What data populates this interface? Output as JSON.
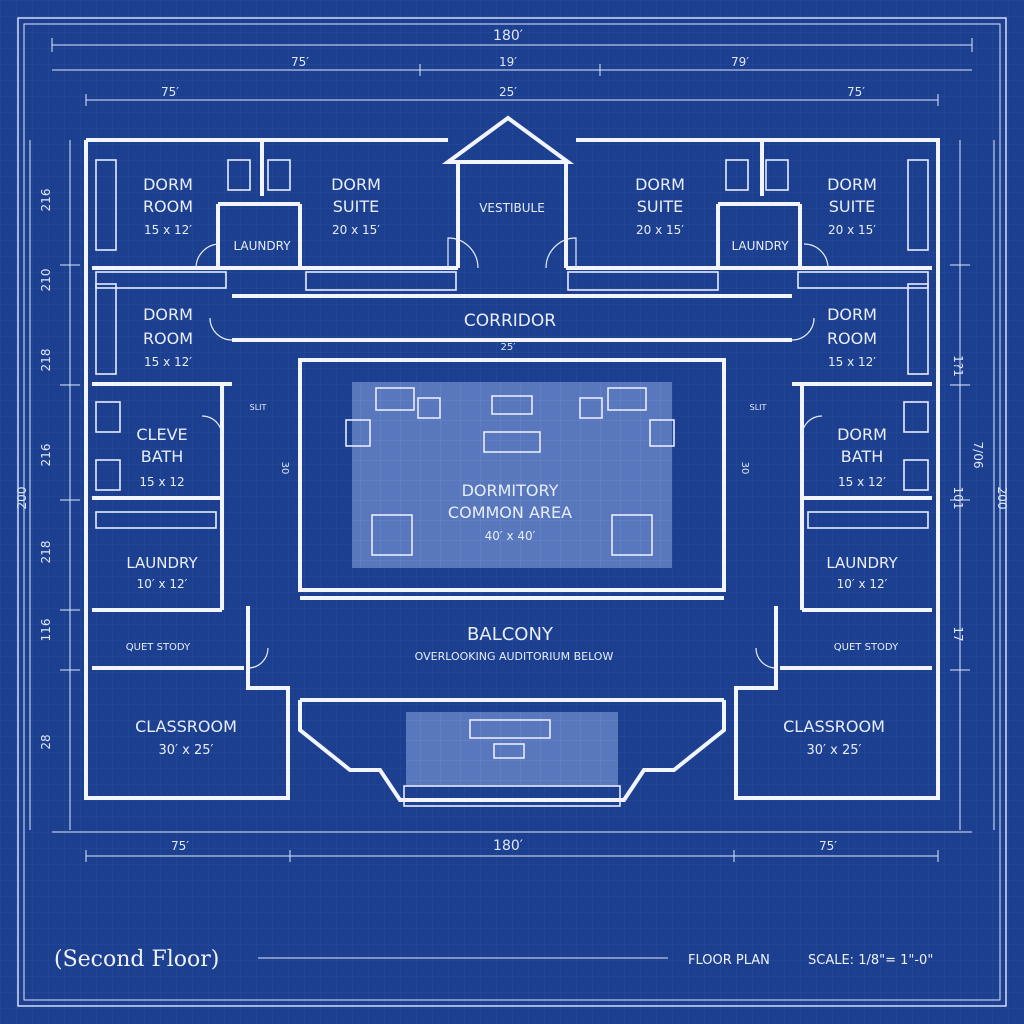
{
  "colors": {
    "background": "#1c3f8f",
    "grid": "#2a4ea0",
    "line": "#f2f5ff",
    "common_area": "#4f6fb5"
  },
  "dimensions": {
    "top_overall": "180′",
    "top_left": "75′",
    "top_center": "19′",
    "top_right": "79′",
    "second_left": "75′",
    "second_center": "25′",
    "second_right": "75′",
    "bottom_left": "75′",
    "bottom_center": "180′",
    "bottom_right": "75′",
    "left_overall": "200",
    "right_overall": "200",
    "left_segments": [
      "216",
      "210",
      "218",
      "216",
      "218",
      "116",
      "28"
    ],
    "right_segments": [
      "1?1",
      "7/06",
      "101",
      "17"
    ],
    "corridor_width": "25′",
    "side_stair_left": "30",
    "side_stair_right": "30"
  },
  "rooms": {
    "dorm_room_tl": {
      "name_1": "DORM",
      "name_2": "ROOM",
      "size": "15 x 12′"
    },
    "dorm_suite_tcl": {
      "name_1": "DORM",
      "name_2": "SUITE",
      "size": "20 x 15′"
    },
    "vestibule": {
      "name": "VESTIBULE"
    },
    "dorm_suite_tcr": {
      "name_1": "DORM",
      "name_2": "SUITE",
      "size": "20 x 15′"
    },
    "dorm_suite_tr": {
      "name_1": "DORM",
      "name_2": "SUITE",
      "size": "20 x 15′"
    },
    "laundry_top_left": {
      "name": "LAUNDRY"
    },
    "laundry_top_right": {
      "name": "LAUNDRY"
    },
    "corridor": {
      "name": "CORRIDOR"
    },
    "dorm_room_ml": {
      "name_1": "DORM",
      "name_2": "ROOM",
      "size": "15 x 12′"
    },
    "dorm_room_mr": {
      "name_1": "DORM",
      "name_2": "ROOM",
      "size": "15 x 12′"
    },
    "bath_left": {
      "name_1": "CLEVE",
      "name_2": "BATH",
      "size": "15 x 12"
    },
    "bath_right": {
      "name_1": "DORM",
      "name_2": "BATH",
      "size": "15 x 12′"
    },
    "common_area": {
      "name_1": "DORMITORY",
      "name_2": "COMMON AREA",
      "size": "40′ x 40′"
    },
    "laundry_left": {
      "name": "LAUNDRY",
      "size": "10′ x 12′"
    },
    "laundry_right": {
      "name": "LAUNDRY",
      "size": "10′ x 12′"
    },
    "quiet_left": {
      "name": "QUET STODY"
    },
    "quiet_right": {
      "name": "QUET STODY"
    },
    "balcony": {
      "name": "BALCONY",
      "sub": "OVERLOOKING AUDITORIUM BELOW"
    },
    "classroom_left": {
      "name": "CLASSROOM",
      "size": "30′ x 25′"
    },
    "classroom_right": {
      "name": "CLASSROOM",
      "size": "30′ x 25′"
    },
    "slit_left": {
      "name": "SLIT"
    },
    "slit_right": {
      "name": "SLIT"
    }
  },
  "footer": {
    "floor": "(Second Floor)",
    "plan": "FLOOR PLAN",
    "scale": "SCALE: 1/8\"= 1\"-0\""
  }
}
